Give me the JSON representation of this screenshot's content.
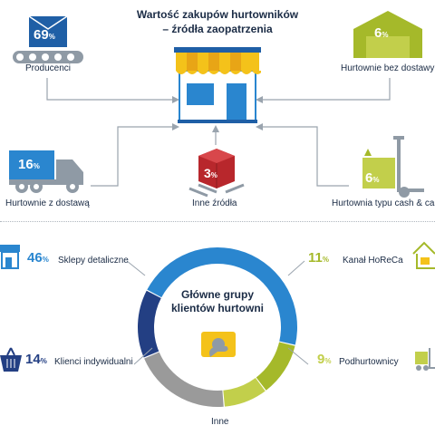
{
  "title": {
    "line1": "Wartość zakupów  hurtowników",
    "line2": "– źródła zaopatrzenia"
  },
  "sources": {
    "producenci": {
      "label": "Producenci",
      "value": "69",
      "unit": "%"
    },
    "bez_dostawy": {
      "label": "Hurtownie bez dostawy",
      "value": "6",
      "unit": "%"
    },
    "z_dostawa": {
      "label": "Hurtownie z dostawą",
      "value": "16",
      "unit": "%"
    },
    "inne": {
      "label": "Inne źródła",
      "value": "3",
      "unit": "%"
    },
    "cash_carry": {
      "label": "Hurtownia typu cash & carry",
      "value": "6",
      "unit": "%"
    }
  },
  "clients": {
    "center_line1": "Główne grupy",
    "center_line2": "klientów hurtowni",
    "sklepy": {
      "label": "Sklepy detaliczne",
      "value": "46",
      "unit": "%"
    },
    "horeca": {
      "label": "Kanał HoReCa",
      "value": "11",
      "unit": "%"
    },
    "indywidualni": {
      "label": "Klienci indywidualni",
      "value": "14",
      "unit": "%"
    },
    "podhurtownicy": {
      "label": "Podhurtownicy",
      "value": "9",
      "unit": "%"
    },
    "inne": {
      "label": "Inne"
    }
  },
  "colors": {
    "blue_dark": "#1f5fa6",
    "blue_light": "#2a86cf",
    "navy": "#233f83",
    "olive": "#a5b92a",
    "olive_light": "#c2cf4b",
    "gray": "#9a9a9a",
    "red": "#b8272c",
    "yellow": "#f4c21a",
    "text": "#1a2b45"
  },
  "chart_data": {
    "type": "pie",
    "title": "Główne grupy klientów hurtowni",
    "categories": [
      "Sklepy detaliczne",
      "Kanał HoReCa",
      "Podhurtownicy",
      "Inne",
      "Klienci indywidualni"
    ],
    "values": [
      46,
      11,
      9,
      20,
      14
    ],
    "colors": [
      "#2a86cf",
      "#a5b92a",
      "#c2cf4b",
      "#9a9a9a",
      "#233f83"
    ]
  }
}
